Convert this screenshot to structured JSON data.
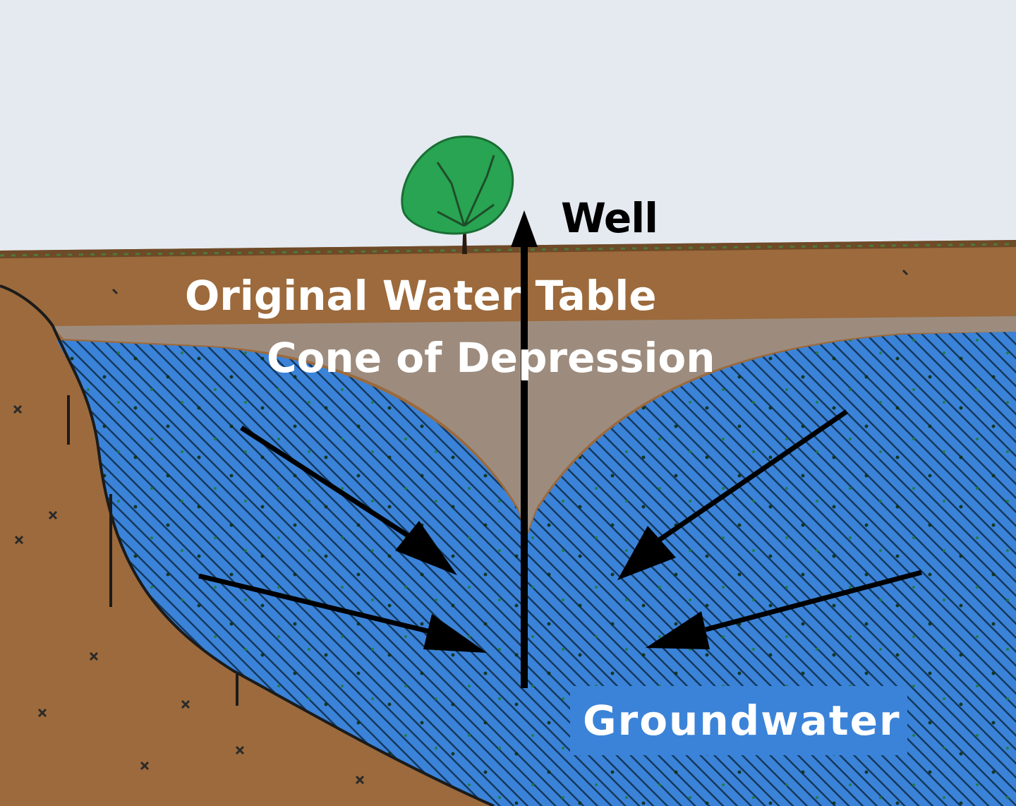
{
  "labels": {
    "well": "Well",
    "original_water_table": "Original Water Table",
    "cone_of_depression": "Cone of Depression",
    "groundwater": "Groundwater"
  },
  "colors": {
    "sky": "#e4eaf0",
    "soil": "#9c6a3c",
    "soil_dark": "#7a4f28",
    "unsaturated_cone": "#9d8c7e",
    "groundwater": "#3b83d8",
    "hatch": "#14385e",
    "tree": "#28a452",
    "well_casing": "#000000"
  },
  "icons": [
    "tree-icon",
    "well-pipe-icon",
    "flow-arrow-icon"
  ]
}
